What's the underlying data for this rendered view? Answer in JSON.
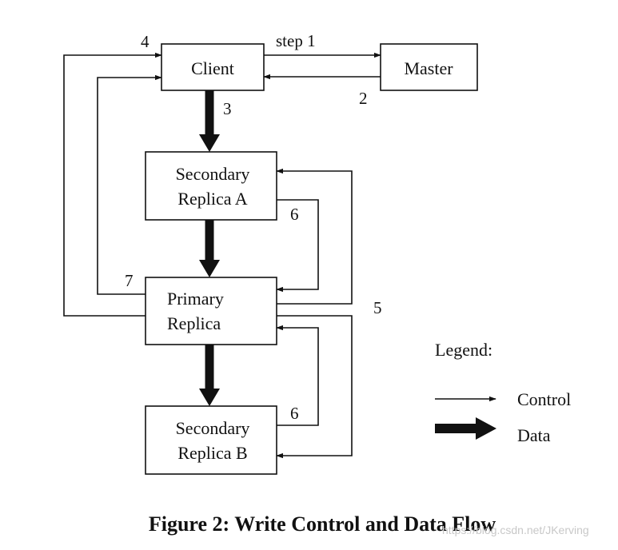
{
  "nodes": {
    "client": "Client",
    "master": "Master",
    "secondary_a": [
      "Secondary",
      "Replica A"
    ],
    "primary": [
      "Primary",
      "Replica"
    ],
    "secondary_b": [
      "Secondary",
      "Replica B"
    ]
  },
  "steps": {
    "step1": "step 1",
    "step2": "2",
    "step3": "3",
    "step4": "4",
    "step5": "5",
    "step6_a": "6",
    "step6_b": "6",
    "step7": "7"
  },
  "legend": {
    "title": "Legend:",
    "control": "Control",
    "data": "Data"
  },
  "caption": "Figure 2: Write Control and Data Flow",
  "watermark": "https://blog.csdn.net/JKerving"
}
